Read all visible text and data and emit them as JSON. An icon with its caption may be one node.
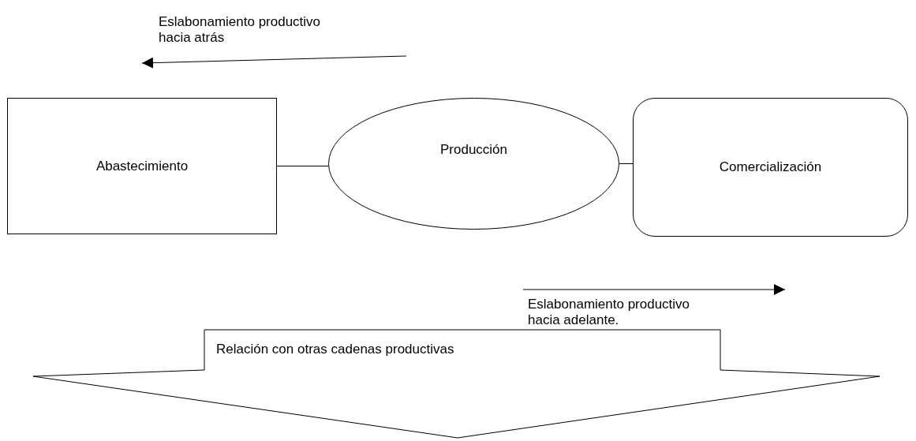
{
  "diagram": {
    "nodes": [
      {
        "text": [
          "Abastecimiento"
        ]
      },
      {
        "text": [
          "Producción"
        ]
      },
      {
        "text": [
          "Comercialización"
        ]
      },
      {
        "text": [
          "Relación con otras cadenas productivas"
        ]
      }
    ],
    "edges": [
      {
        "from": 0,
        "to": 1,
        "arrow": "none"
      },
      {
        "from": 1,
        "to": 2,
        "arrow": "none"
      }
    ],
    "labels": [
      "Eslabonamiento productivo hacia atrás",
      "Eslabonamiento productivo hacia adelante."
    ]
  }
}
